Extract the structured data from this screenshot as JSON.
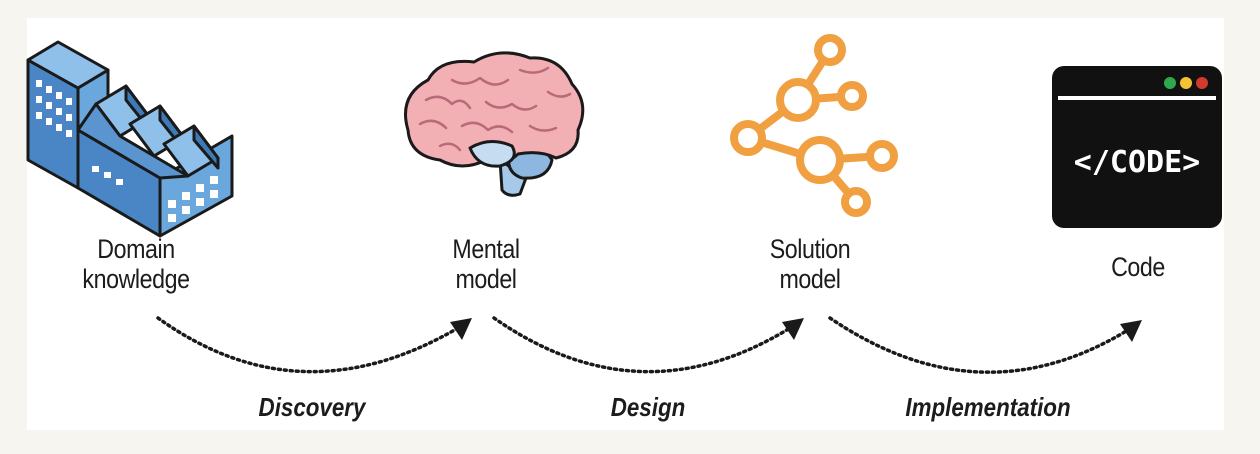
{
  "nodes": [
    {
      "id": "domain",
      "label_line1": "Domain",
      "label_line2": "knowledge",
      "icon": "factory-icon"
    },
    {
      "id": "mental",
      "label_line1": "Mental",
      "label_line2": "model",
      "icon": "brain-icon"
    },
    {
      "id": "solution",
      "label_line1": "Solution",
      "label_line2": "model",
      "icon": "network-graph-icon"
    },
    {
      "id": "code",
      "label_line1": "Code",
      "icon": "code-window-icon",
      "screen_text": "</CODE>"
    }
  ],
  "transitions": [
    {
      "from": "domain",
      "to": "mental",
      "label": "Discovery"
    },
    {
      "from": "mental",
      "to": "solution",
      "label": "Design"
    },
    {
      "from": "solution",
      "to": "code",
      "label": "Implementation"
    }
  ],
  "colors": {
    "background": "#f7f5ef",
    "panel": "#ffffff",
    "factory_blue": "#5b9bd5",
    "factory_dark": "#1a1a1a",
    "brain_pink": "#f2b0b5",
    "brain_lines": "#b86a78",
    "brain_blue": "#a6c9ea",
    "graph_orange": "#f0a040",
    "window_black": "#111111",
    "dot_green": "#2ea84a",
    "dot_yellow": "#f2c230",
    "dot_red": "#d23a30"
  }
}
